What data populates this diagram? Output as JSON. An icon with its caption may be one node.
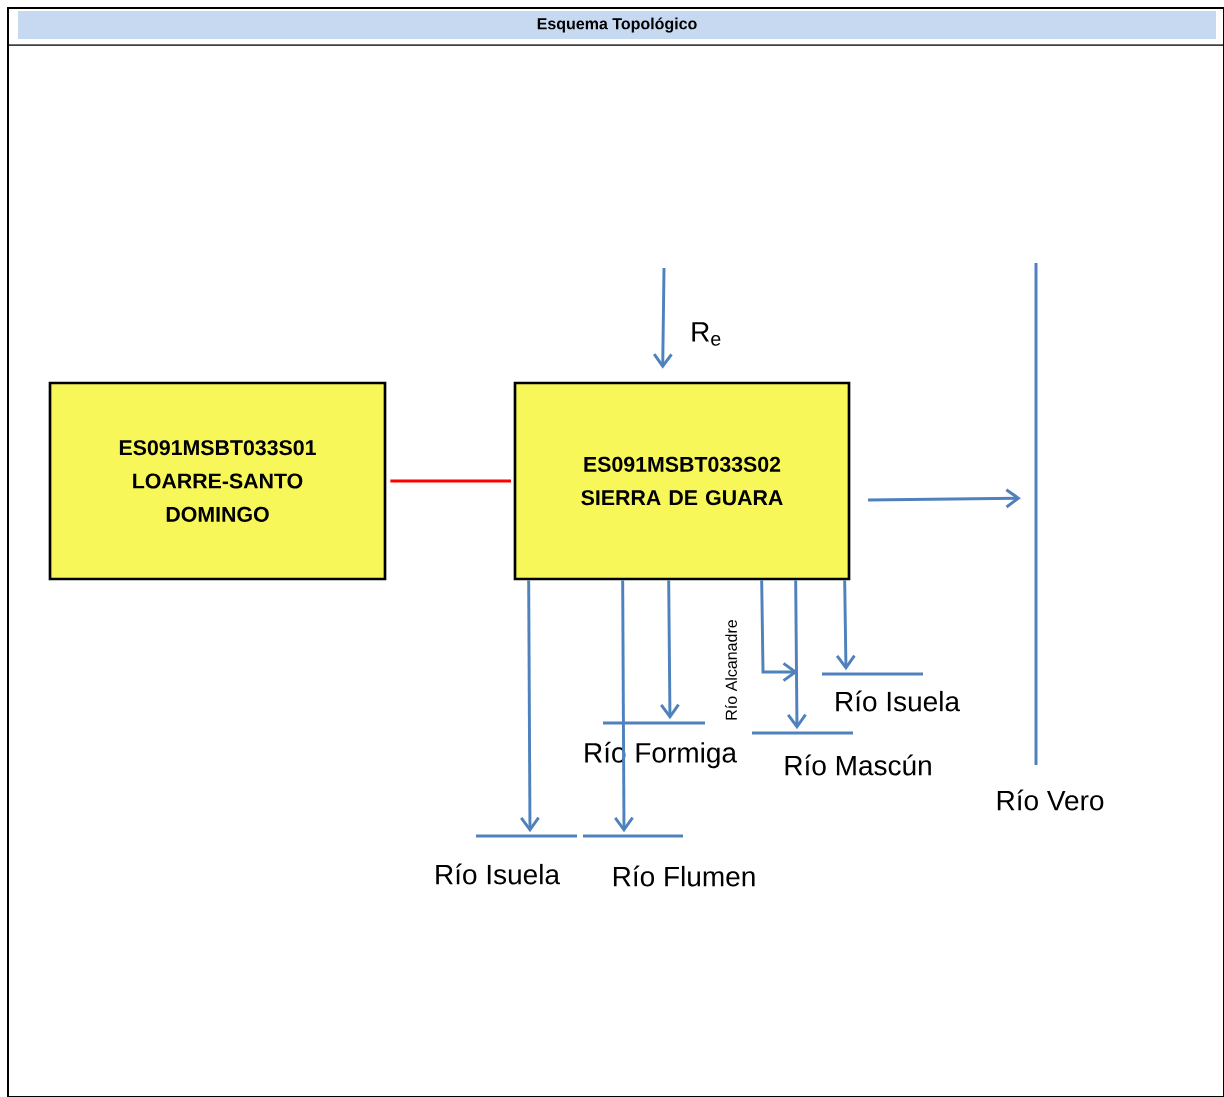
{
  "diagram": {
    "title": "Esquema Topológico",
    "nodes": [
      {
        "text": [
          "ES091MSBT033S01 LOARRE-SANTO DOMINGO"
        ]
      },
      {
        "text": [
          "ES091MSBT033S02 SIERRA DE GUARA"
        ]
      },
      {
        "text": [],
        "shape": "bar",
        "beside": [
          "Río Vero"
        ]
      },
      {
        "text": [],
        "shape": "bar",
        "beside": [
          "Río Isuela"
        ]
      },
      {
        "text": [],
        "shape": "bar",
        "beside": [
          "Río Flumen"
        ]
      },
      {
        "text": [],
        "shape": "bar",
        "beside": [
          "Río Formiga"
        ]
      },
      {
        "text": [],
        "shape": "bar",
        "beside": [
          "Río Mascún"
        ]
      },
      {
        "text": [],
        "shape": "bar",
        "beside": [
          "Río Isuela"
        ]
      }
    ],
    "edges": [
      {
        "from": 0,
        "to": 1,
        "arrow": "none",
        "color": "#ff0000"
      },
      {
        "from": null,
        "to": 1,
        "arrow": "to",
        "label": "R$_{e}$"
      },
      {
        "from": 1,
        "to": 2,
        "arrow": "to"
      },
      {
        "from": 1,
        "to": 3,
        "arrow": "to"
      },
      {
        "from": 1,
        "to": 4,
        "arrow": "to"
      },
      {
        "from": 1,
        "to": 5,
        "arrow": "to"
      },
      {
        "from": 1,
        "to": null,
        "arrow": "to",
        "label": "Río Alcanadre"
      },
      {
        "from": 1,
        "to": 6,
        "arrow": "to"
      },
      {
        "from": 1,
        "to": 7,
        "arrow": "to"
      }
    ]
  }
}
